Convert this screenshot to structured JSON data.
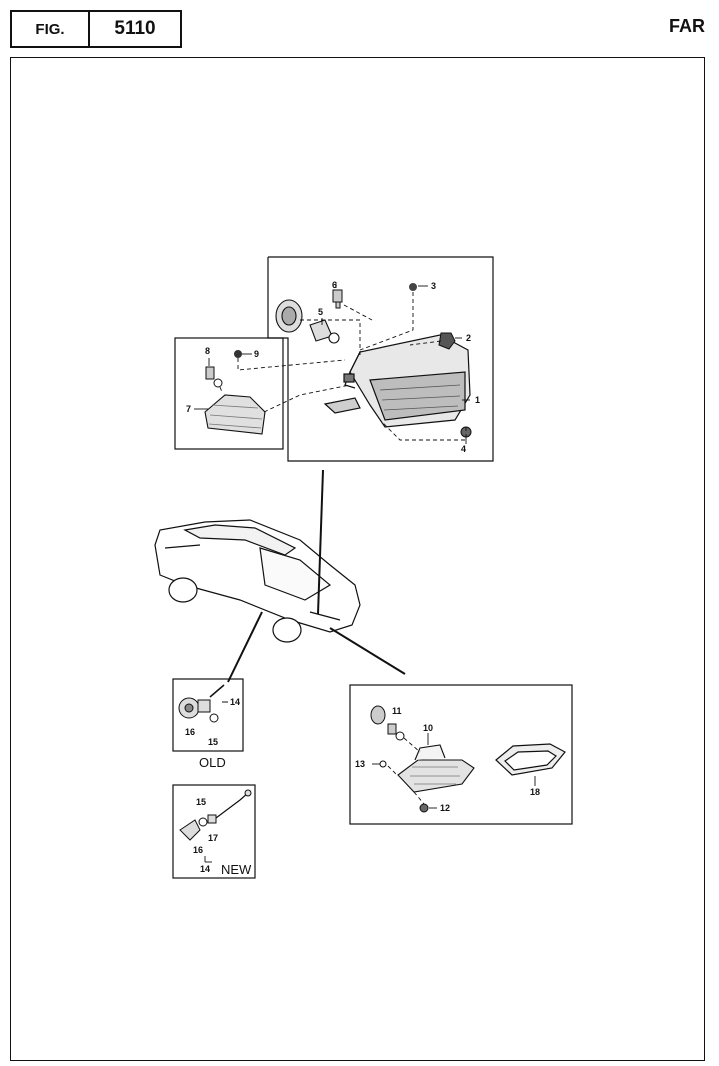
{
  "header": {
    "fig_label": "FIG.",
    "fig_number": "5110",
    "section": "FAR"
  },
  "callouts": {
    "c1": "1",
    "c2": "2",
    "c3": "3",
    "c4": "4",
    "c5": "5",
    "c6": "6",
    "c7": "7",
    "c8": "8",
    "c9": "9",
    "c10": "10",
    "c11": "11",
    "c12": "12",
    "c13": "13",
    "c14a": "14",
    "c14b": "14",
    "c15a": "15",
    "c15b": "15",
    "c16a": "16",
    "c16b": "16",
    "c17": "17",
    "c18": "18"
  },
  "captions": {
    "old": "OLD",
    "new": "NEW"
  }
}
